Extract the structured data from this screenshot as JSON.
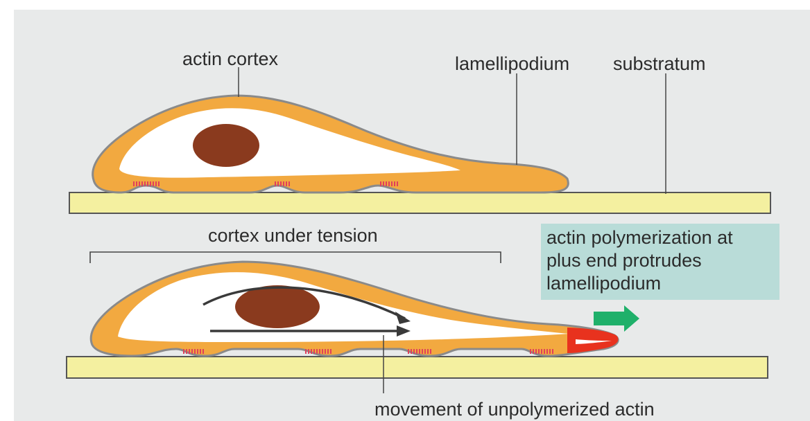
{
  "labels": {
    "actin_cortex": "actin cortex",
    "lamellipodium": "lamellipodium",
    "substratum": "substratum",
    "cortex_under_tension": "cortex under tension",
    "polymerization_note": [
      "actin polymerization at",
      "plus end protrudes",
      "lamellipodium"
    ],
    "movement": "movement of unpolymerized actin"
  },
  "colors": {
    "background": "#e8eaea",
    "cortex": "#f2a940",
    "cortex_edge": "#8a8a8a",
    "cytoplasm": "#ffffff",
    "nucleus": "#8a3a1e",
    "substratum": "#f4f0a0",
    "adhesion": "#e0405a",
    "polymerizing_tip": "#e8321e",
    "note_box": "#b9dcd8",
    "direction_arrow": "#1fb06a"
  }
}
